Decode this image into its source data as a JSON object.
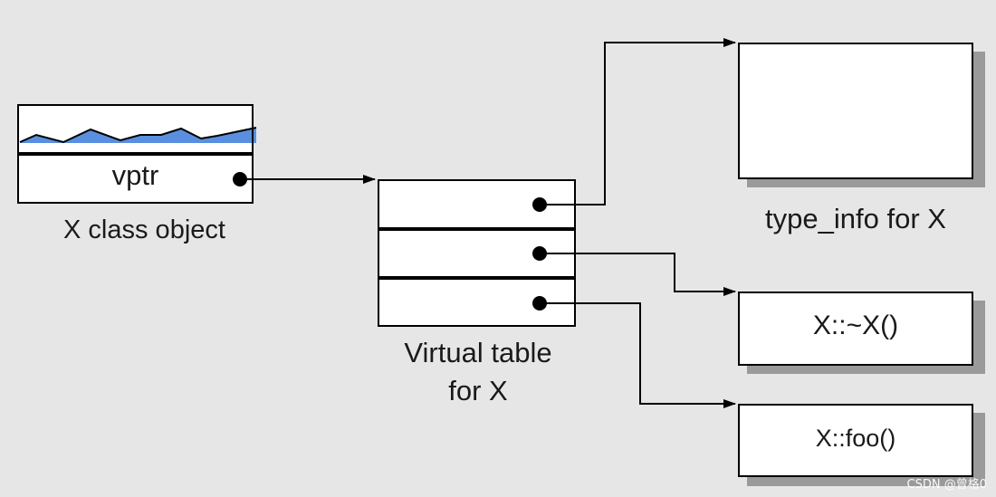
{
  "object": {
    "slot_label": "vptr",
    "caption": "X class object"
  },
  "vtable": {
    "caption_line1": "Virtual table",
    "caption_line2": "for X"
  },
  "targets": {
    "type_info_caption": "type_info for X",
    "destructor": "X::~X()",
    "foo": "X::foo()"
  },
  "watermark": "CSDN @曾格0",
  "colors": {
    "background": "#e6e6e6",
    "box_fill": "#ffffff",
    "stroke": "#000000",
    "shadow": "#9a9a9a",
    "wave_fill": "#5a8fe0"
  }
}
